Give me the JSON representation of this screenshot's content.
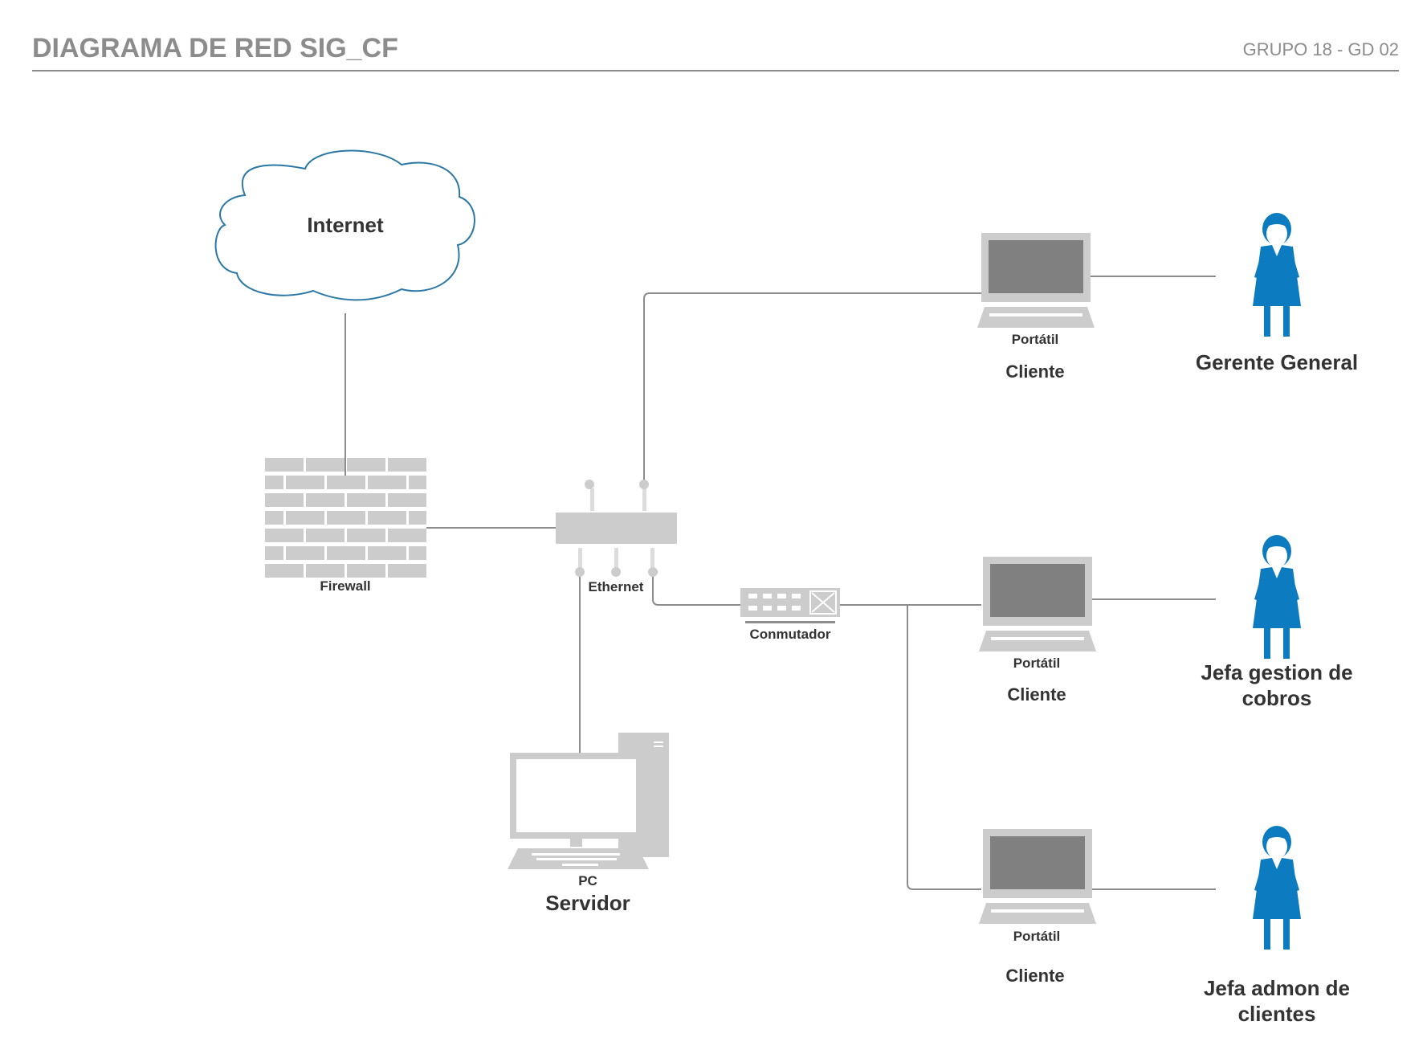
{
  "header": {
    "title": "DIAGRAMA DE RED SIG_CF",
    "subtitle": "GRUPO 18 - GD 02"
  },
  "nodes": {
    "internet": {
      "label": "Internet"
    },
    "firewall": {
      "label": "Firewall"
    },
    "router": {
      "label": "Ethernet"
    },
    "switch": {
      "label": "Conmutador"
    },
    "server": {
      "type_label": "PC",
      "label": "Servidor"
    },
    "laptops": [
      {
        "type_label": "Portátil",
        "role": "Cliente"
      },
      {
        "type_label": "Portátil",
        "role": "Cliente"
      },
      {
        "type_label": "Portátil",
        "role": "Cliente"
      }
    ],
    "users": [
      {
        "line1": "Gerente General",
        "line2": ""
      },
      {
        "line1": "Jefa gestion de",
        "line2": "cobros"
      },
      {
        "line1": "Jefa admon de",
        "line2": "clientes"
      }
    ]
  },
  "colors": {
    "cloud_stroke": "#2b78a6",
    "person_fill": "#0c7bbf",
    "device_gray": "#cccccc",
    "screen_gray": "#808080",
    "wire": "#8c8c8c",
    "header_text": "#8c8c8c"
  }
}
